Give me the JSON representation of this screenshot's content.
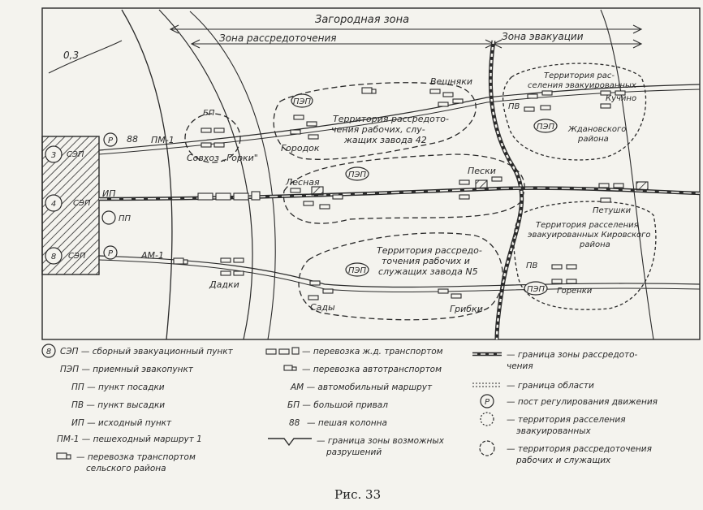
{
  "zones": {
    "suburban": "Загородная зона",
    "dispersal": "Зона рассредоточения",
    "evacuation": "Зона эвакуации",
    "radius": "0,3"
  },
  "points": {
    "sep3": "3",
    "sep4": "4",
    "sep8": "8",
    "sep_label": "СЭП",
    "pm1": "ПМ-1",
    "am1": "АМ-1",
    "ip": "ИП",
    "pp": "ПП",
    "p": "Р",
    "bp": "БП",
    "pep": "ПЭП",
    "pv": "ПВ"
  },
  "places": {
    "sovkhoz": "Совхоз „Горки\"",
    "gorodok": "Городок",
    "vesh": "Вешняки",
    "lesnaya": "Лесная",
    "peski": "Пески",
    "dadki": "Дадки",
    "sady": "Сады",
    "gribki": "Грибки",
    "kuchino": "Кучино",
    "petushki": "Петушки",
    "gorenki": "Горенки"
  },
  "areas": {
    "plant42_1": "Территория рассредото-",
    "plant42_2": "чения рабочих, слу-",
    "plant42_3": "жащих завода 42",
    "plant5_1": "Территория рассредо-",
    "plant5_2": "точения рабочих и",
    "plant5_3": "служащих завода N5",
    "zhdanov_1": "Территория рас-",
    "zhdanov_2": "селения эвакуированных",
    "zhdanov_3": "Ждановского",
    "zhdanov_4": "района",
    "kirov_1": "Территория расселения",
    "kirov_2": "эвакуированных Кировского",
    "kirov_3": "района"
  },
  "legend": {
    "c1_1": "СЭП — сборный эвакуационный пункт",
    "c1_2": "ПЭП — приемный эвакопункт",
    "c1_3": "ПП — пункт посадки",
    "c1_4": "ПВ — пункт высадки",
    "c1_5": "ИП — исходный пункт",
    "c1_6": "ПМ-1 — пешеходный маршрут 1",
    "c1_7a": "— перевозка транспортом",
    "c1_7b": "сельского района",
    "c2_1": "— перевозка ж.д. транспортом",
    "c2_2": "— перевозка автотранспортом",
    "c2_3": "АМ — автомобильный маршрут",
    "c2_4": "БП — большой привал",
    "c2_5": "— пешая колонна",
    "c2_6a": "— граница зоны возможных",
    "c2_6b": "разрушений",
    "c3_1a": "— граница зоны рассредото-",
    "c3_1b": "чения",
    "c3_2": "— граница области",
    "c3_3": "— пост регулирования движения",
    "c3_4a": "— территория расселения",
    "c3_4b": "эвакуированных",
    "c3_5a": "— территория рассредоточения",
    "c3_5b": "рабочих и служащих",
    "sym_8": "8",
    "sym_p": "Р",
    "sym_foot": "88"
  },
  "caption": "Рис. 33"
}
